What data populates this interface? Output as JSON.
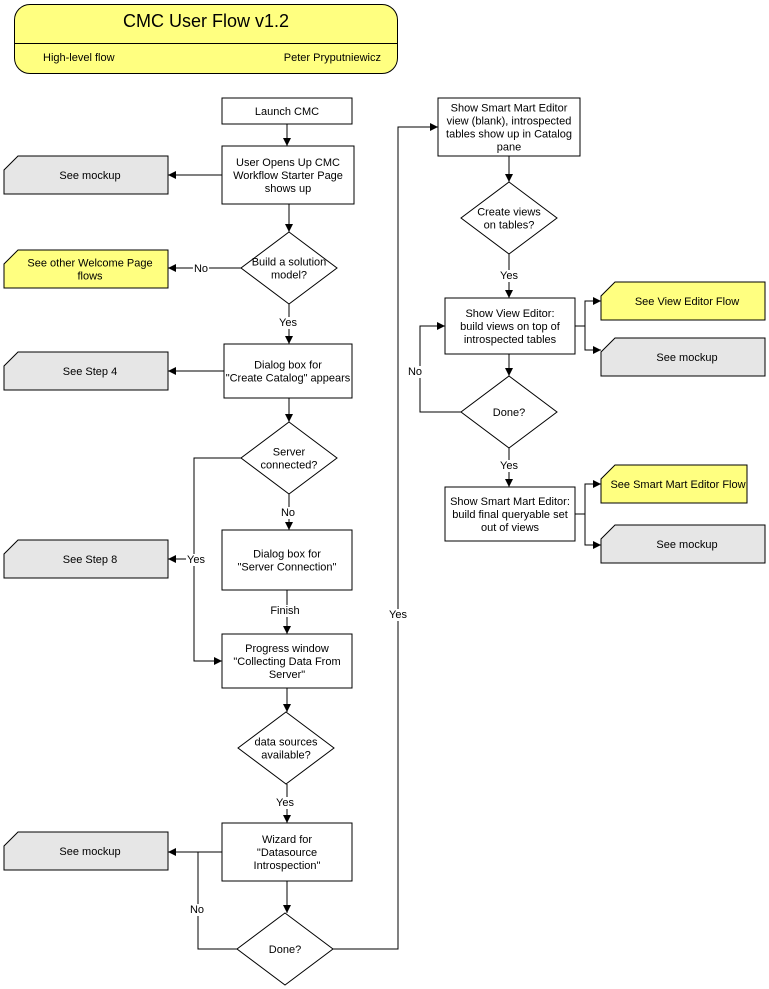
{
  "header": {
    "title": "CMC User Flow v1.2",
    "subtitle": "High-level flow",
    "author": "Peter Pryputniewicz"
  },
  "nodes": {
    "launch": [
      "Launch CMC"
    ],
    "starter_page": [
      "User Opens Up CMC",
      "Workflow Starter Page",
      "shows up"
    ],
    "build_solution": [
      "Build a solution",
      "model?"
    ],
    "create_catalog": [
      "Dialog box for",
      "\"Create Catalog\" appears"
    ],
    "server_connected": [
      "Server",
      "connected?"
    ],
    "server_connection": [
      "Dialog box for",
      "\"Server Connection\""
    ],
    "progress_window": [
      "Progress window",
      "\"Collecting Data From",
      "Server\""
    ],
    "data_sources": [
      "data sources",
      "available?"
    ],
    "wizard": [
      "Wizard for",
      "\"Datasource",
      "Introspection\""
    ],
    "done1": [
      "Done?"
    ],
    "smart_mart_view": [
      "Show Smart Mart Editor",
      "view (blank), introspected",
      "tables show up in Catalog",
      "pane"
    ],
    "create_views": [
      "Create views",
      "on tables?"
    ],
    "view_editor": [
      "Show View Editor:",
      "build views on top of",
      "introspected tables"
    ],
    "done2": [
      "Done?"
    ],
    "smart_mart_final": [
      "Show Smart Mart Editor:",
      "build final queryable set",
      "out of views"
    ]
  },
  "offpage": {
    "mockup1": [
      "See mockup"
    ],
    "welcome_flows": [
      "See other Welcome Page",
      "flows"
    ],
    "step4": [
      "See Step 4"
    ],
    "step8": [
      "See Step 8"
    ],
    "mockup2": [
      "See mockup"
    ],
    "view_editor_flow": [
      "See View Editor Flow"
    ],
    "mockup3": [
      "See mockup"
    ],
    "smart_mart_flow": [
      "See Smart Mart Editor Flow"
    ],
    "mockup4": [
      "See mockup"
    ]
  },
  "labels": {
    "no_welcome": "No",
    "yes_build": "Yes",
    "no_server": "No",
    "yes_server": "Yes",
    "finish": "Finish",
    "yes_sources": "Yes",
    "no_done1": "No",
    "yes_done1": "Yes",
    "yes_views": "Yes",
    "no_done2": "No",
    "yes_done2": "Yes"
  },
  "colors": {
    "highlight": "#ffff80",
    "grey": "#e6e6e6",
    "stroke": "#000000"
  }
}
